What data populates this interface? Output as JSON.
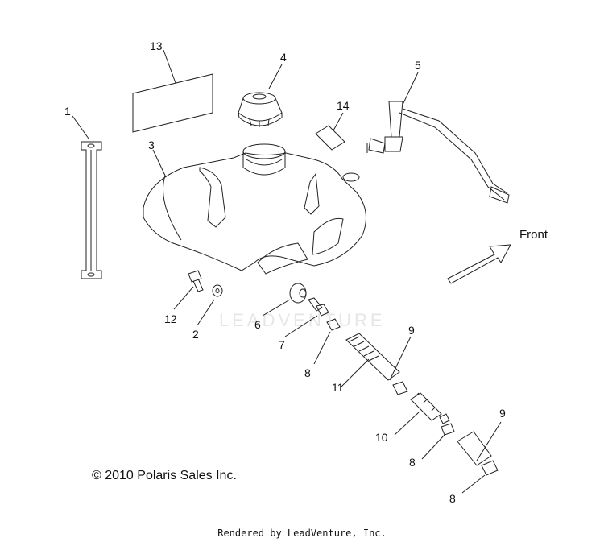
{
  "callouts": {
    "c1": "1",
    "c2": "2",
    "c3": "3",
    "c4": "4",
    "c5": "5",
    "c6": "6",
    "c7": "7",
    "c8a": "8",
    "c8b": "8",
    "c8c": "8",
    "c9a": "9",
    "c9b": "9",
    "c10": "10",
    "c11": "11",
    "c12": "12",
    "c13": "13",
    "c14": "14"
  },
  "front_label": "Front",
  "watermark": "LEADVENTURE",
  "copyright": "© 2010 Polaris Sales Inc.",
  "rendered_by": "Rendered by LeadVenture, Inc."
}
